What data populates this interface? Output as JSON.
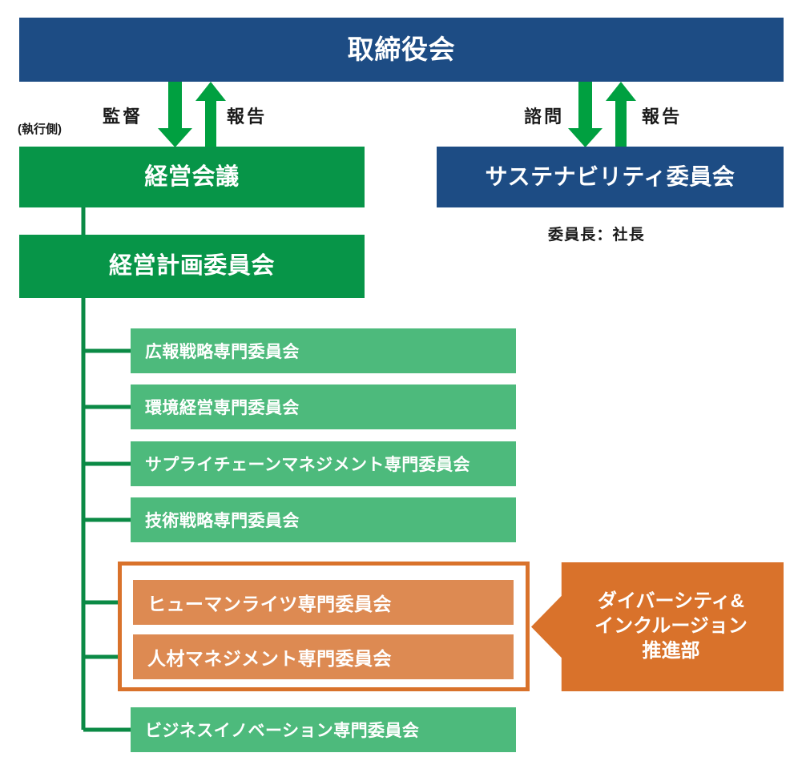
{
  "diagram": {
    "title_box": {
      "label": "取締役会",
      "color": "#1d4c84"
    },
    "executive_side_note": "(執行側)",
    "management_meeting": {
      "label": "経営会議",
      "color": "#079548"
    },
    "management_plan_committee": {
      "label": "経営計画委員会",
      "color": "#079548"
    },
    "sustainability_committee": {
      "label": "サステナビリティ委員会",
      "color": "#1d4c84"
    },
    "sustainability_chair": "委員長：社長",
    "edges": {
      "supervise": "監督",
      "report_left": "報告",
      "consult": "諮問",
      "report_right": "報告"
    },
    "subcommittees": [
      {
        "label": "広報戦略専門委員会",
        "color": "#4dba7c",
        "highlighted": false
      },
      {
        "label": "環境経営専門委員会",
        "color": "#4dba7c",
        "highlighted": false
      },
      {
        "label": "サプライチェーンマネジメント専門委員会",
        "color": "#4dba7c",
        "highlighted": false
      },
      {
        "label": "技術戦略専門委員会",
        "color": "#4dba7c",
        "highlighted": false
      },
      {
        "label": "ヒューマンライツ専門委員会",
        "color": "#dd8a52",
        "highlighted": true
      },
      {
        "label": "人材マネジメント専門委員会",
        "color": "#dd8a52",
        "highlighted": true
      },
      {
        "label": "ビジネスイノベーション専門委員会",
        "color": "#4dba7c",
        "highlighted": false
      }
    ],
    "diversity_department": {
      "line1": "ダイバーシティ&",
      "line2": "インクルージョン",
      "line3": "推進部",
      "color": "#d9722b"
    },
    "colors": {
      "navy": "#1d4c84",
      "green_dark": "#079548",
      "green_light": "#4dba7c",
      "orange": "#d9722b",
      "orange_light": "#dd8a52",
      "arrow_green": "#00a040",
      "connector_green": "#0b8a45",
      "text_dark": "#1a1a1a",
      "white": "#ffffff"
    }
  }
}
